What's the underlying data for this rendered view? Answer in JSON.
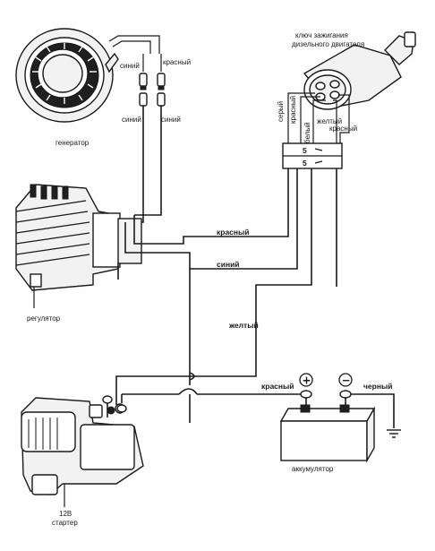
{
  "labels": {
    "generator": "генератор",
    "regulator": "регулятор",
    "ignition_key_line1": "ключ зажигания",
    "ignition_key_line2": "дизельного двигателя",
    "starter_line1": "12В",
    "starter_line2": "стартер",
    "battery": "аккумулятор"
  },
  "wire_labels": {
    "gen_blue_top": "синий",
    "gen_red_top": "красный",
    "gen_blue_bottom": "синий",
    "gen_blue_bottom2": "синий",
    "red_main": "красный",
    "blue_main": "синий",
    "yellow_main": "желтый",
    "key_gray": "серый",
    "key_red": "красный",
    "key_white": "белый",
    "key_yellow": "желтый",
    "key_red2": "красный",
    "battery_red": "красный",
    "battery_black": "черный"
  },
  "connector_marks": {
    "top": "5",
    "bottom": "5"
  },
  "battery_terminals": {
    "positive": "+",
    "negative": "−"
  },
  "colors": {
    "ink": "#1a1a1a",
    "background": "#ffffff",
    "shade": "#f2f2f2"
  }
}
